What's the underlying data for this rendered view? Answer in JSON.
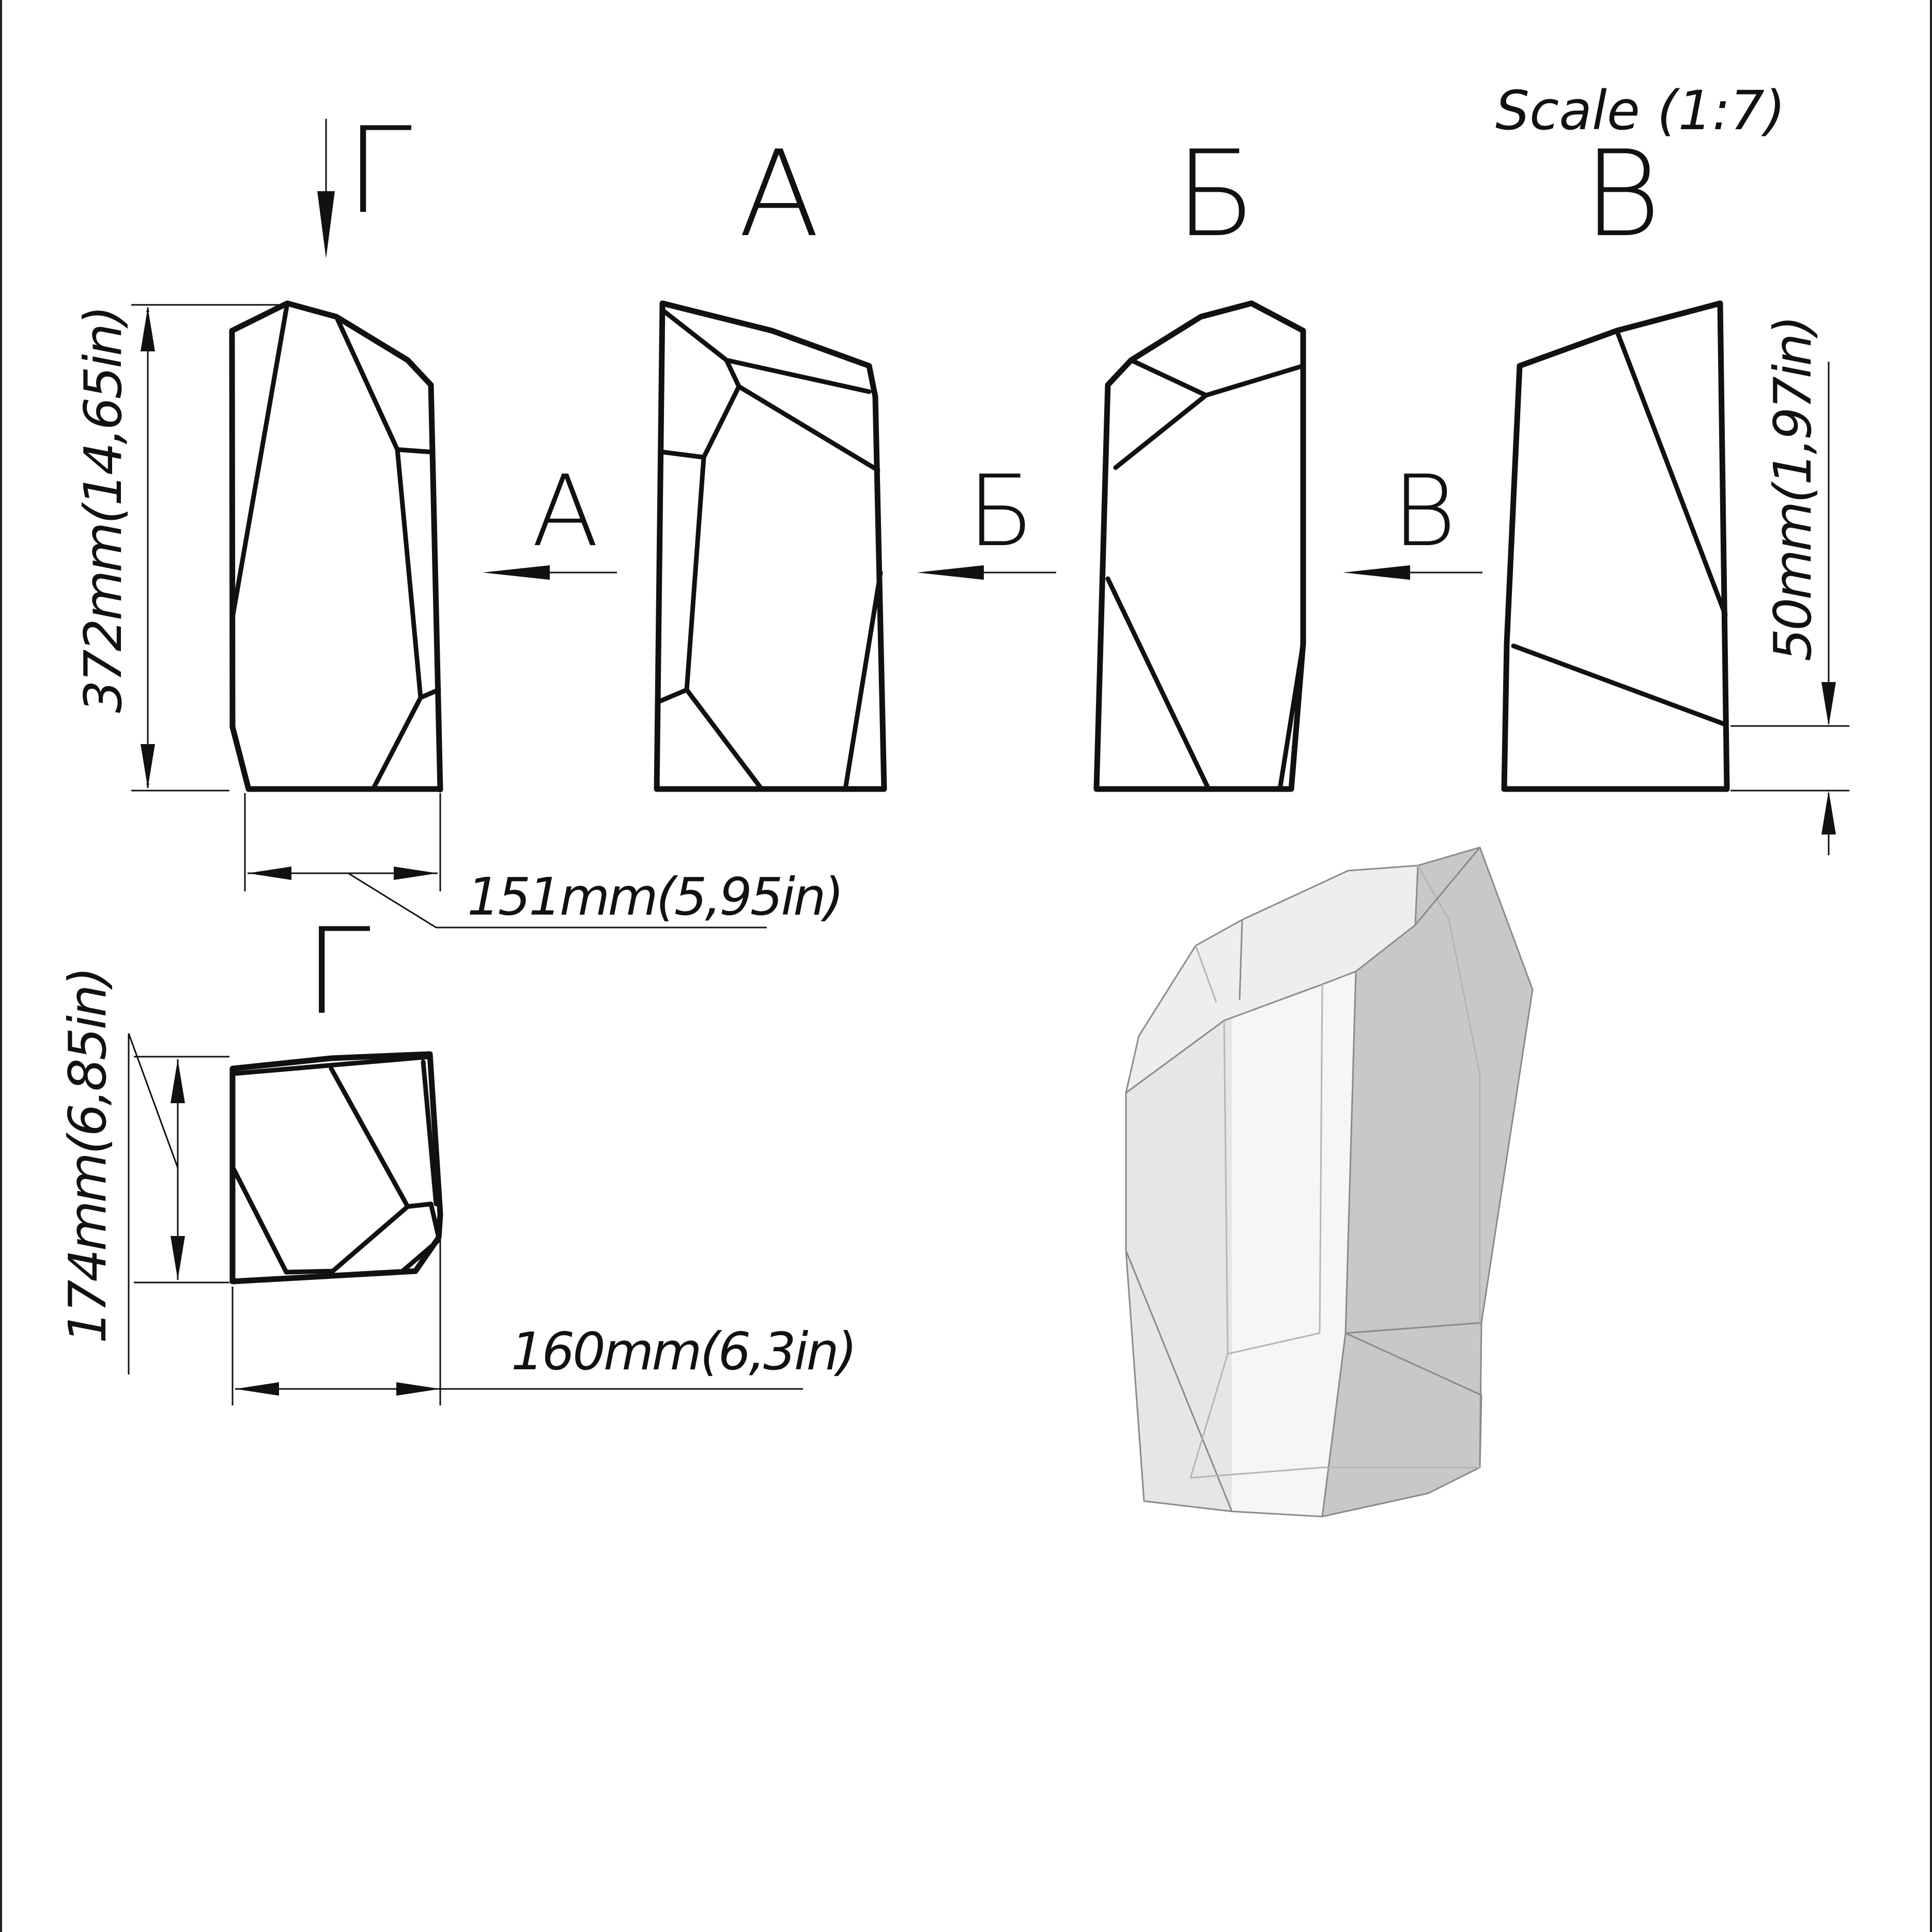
{
  "scale_label": "Scale (1:7)",
  "view_labels": {
    "a": "А",
    "b": "Б",
    "v": "В",
    "g": "Г"
  },
  "dimensions": {
    "height": "372mm(14,65in)",
    "width": "151mm(5,95in)",
    "base_offset": "50mm(1,97in)",
    "top_depth": "174mm(6,85in)",
    "top_width": "160mm(6,3in)"
  },
  "colors": {
    "line": "#111111",
    "shade_dark": "#c8c8c8",
    "shade_mid": "#e4e4e4",
    "shade_light": "#f1f1f1"
  }
}
